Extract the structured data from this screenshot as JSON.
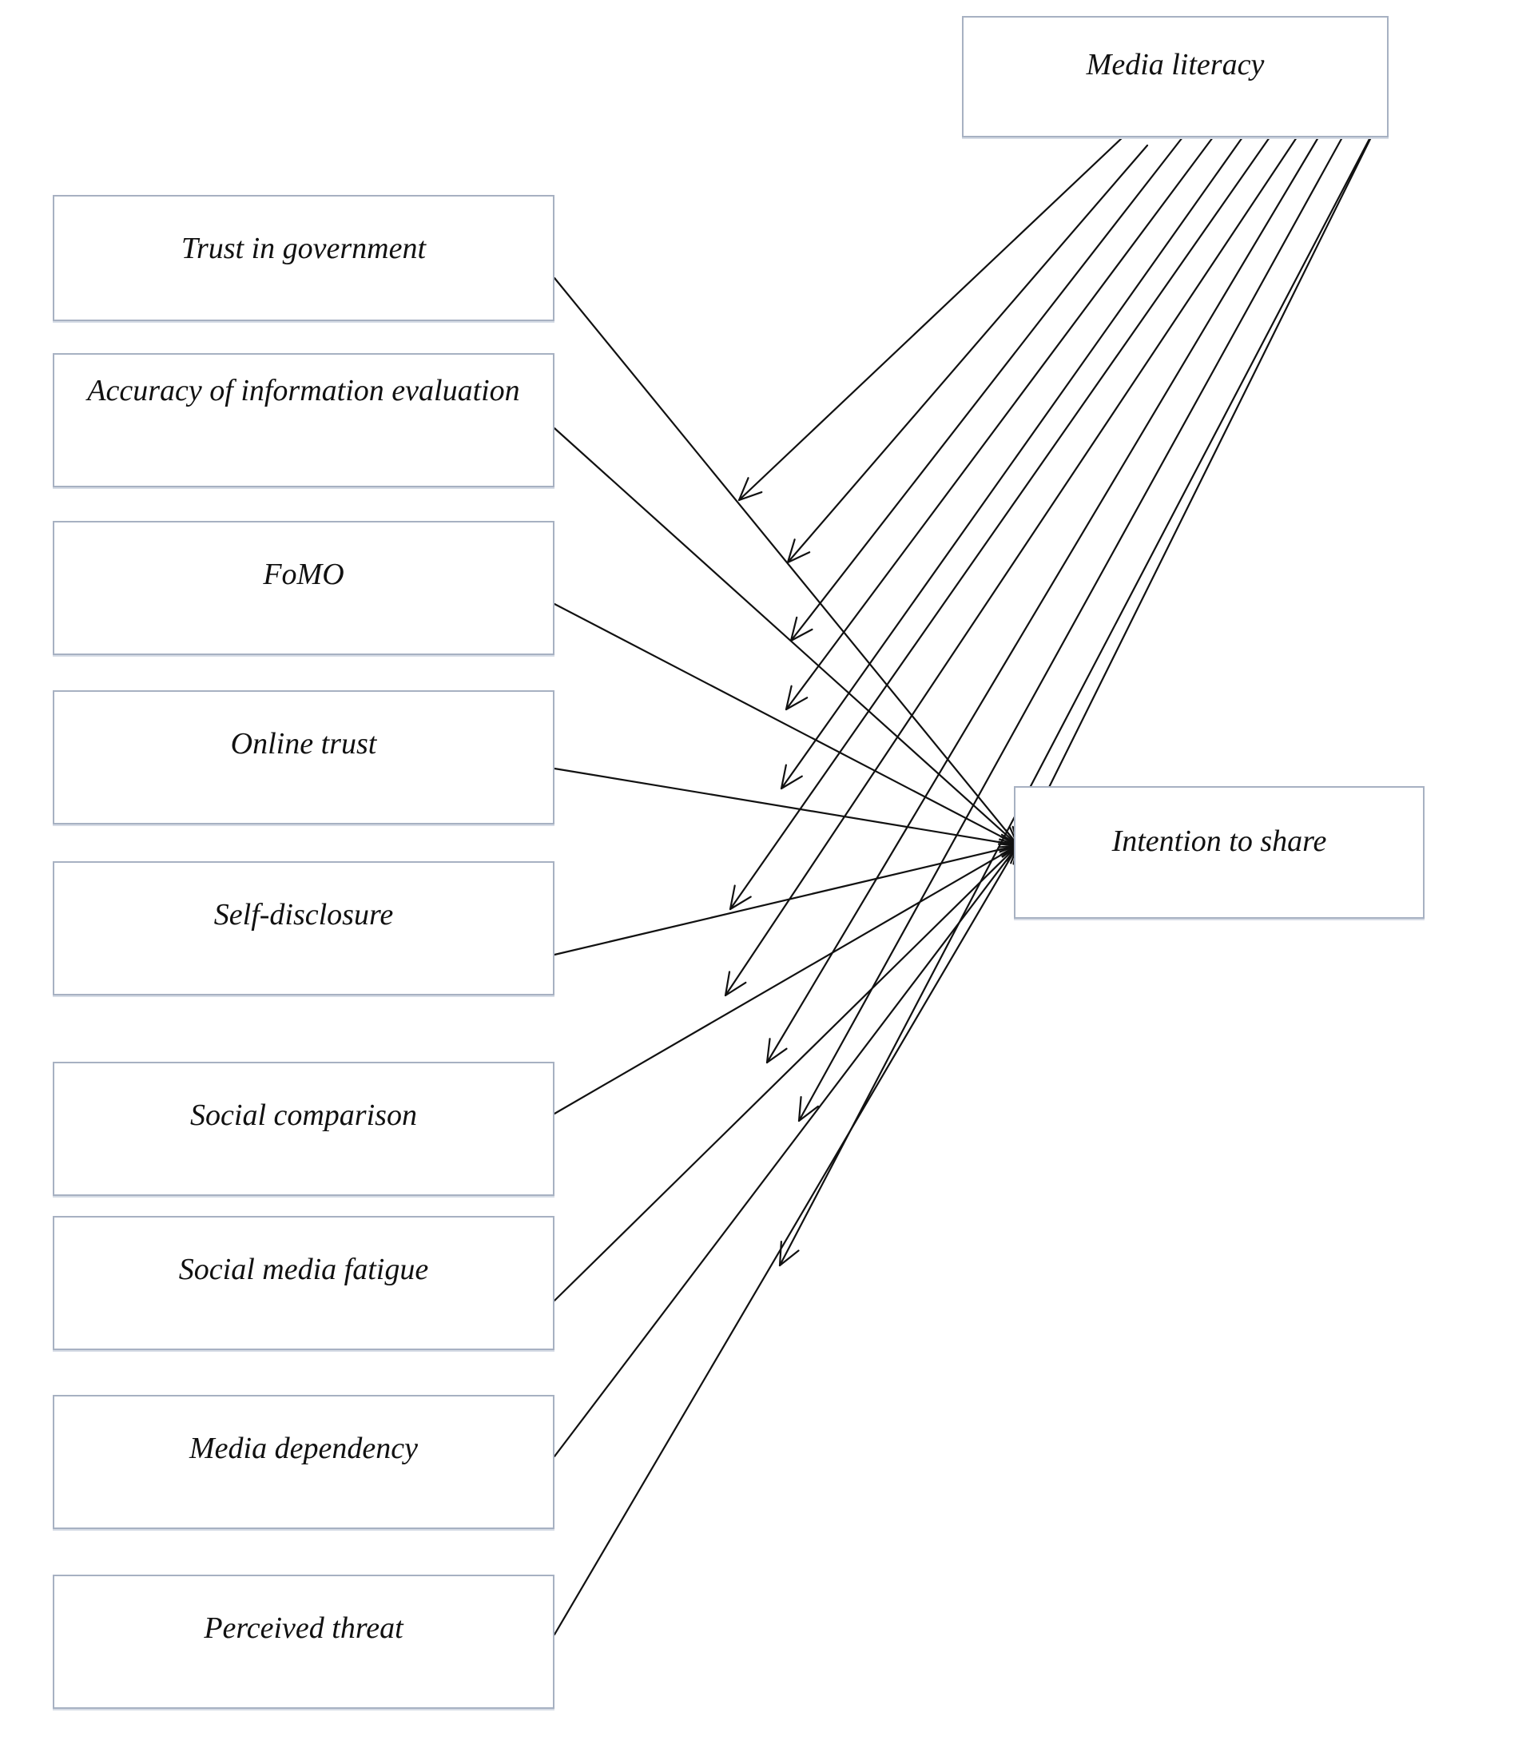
{
  "diagram": {
    "moderator": {
      "label": "Media literacy"
    },
    "outcome": {
      "label": "Intention to share"
    },
    "predictors": [
      {
        "label": "Trust in government"
      },
      {
        "label": "Accuracy of information evaluation"
      },
      {
        "label": "FoMO"
      },
      {
        "label": "Online trust"
      },
      {
        "label": "Self-disclosure"
      },
      {
        "label": "Social comparison"
      },
      {
        "label": "Social media fatigue"
      },
      {
        "label": "Media dependency"
      },
      {
        "label": "Perceived threat"
      }
    ],
    "line_color": "#111111",
    "box_border_color": "#a7b1c2"
  }
}
